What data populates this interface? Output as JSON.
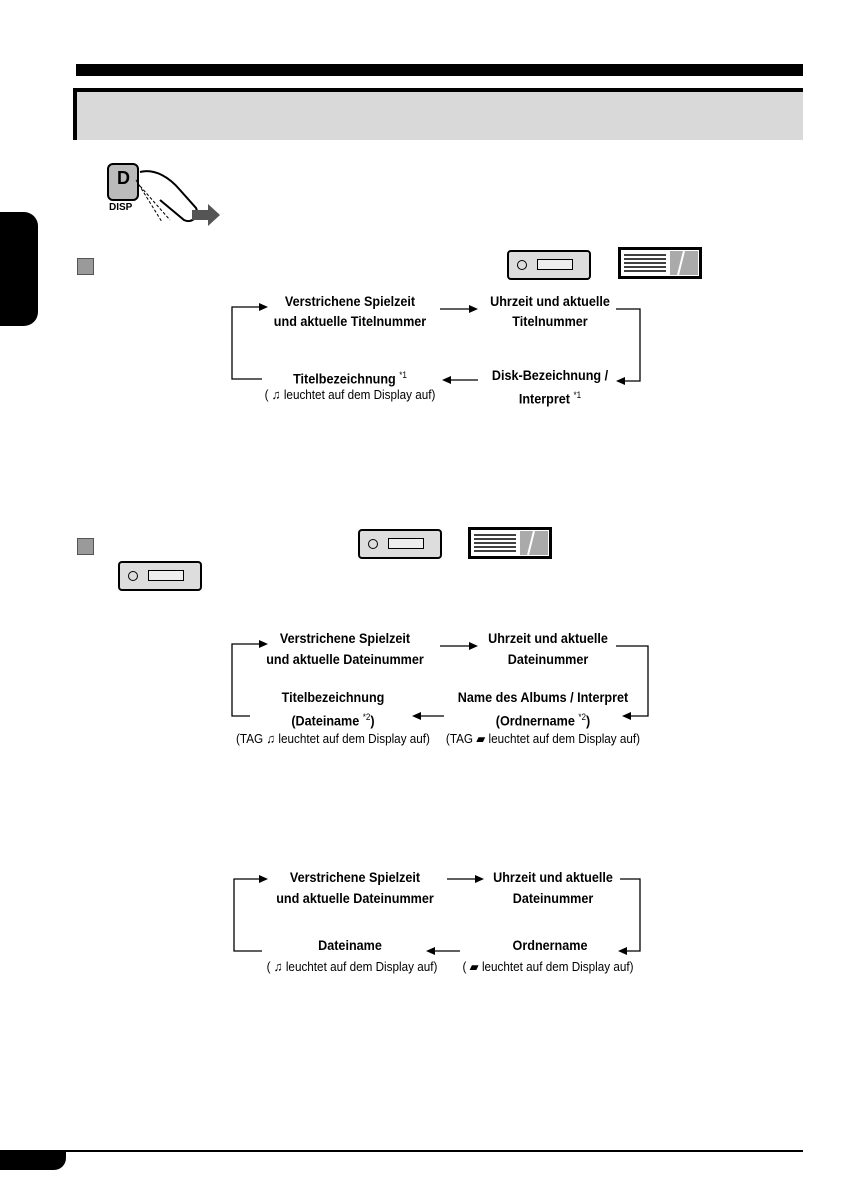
{
  "button": {
    "key_letter": "D",
    "key_label": "DISP"
  },
  "icons": {
    "note": "music-note-icon",
    "folder": "folder-icon",
    "hand": "finger-press-icon"
  },
  "colors": {
    "header_bg": "#d9d9d9",
    "square": "#9a9a9a"
  },
  "diagram1": {
    "top_left_1": "Verstrichene Spielzeit",
    "top_left_2": "und aktuelle Titelnummer",
    "top_right_1": "Uhrzeit und aktuelle",
    "top_right_2": "Titelnummer",
    "bottom_left_1": "Titelbezeichnung",
    "bottom_left_mark": "*1",
    "bottom_left_note_pre": "(",
    "bottom_left_note": "leuchtet auf dem Display auf)",
    "bottom_right_1": "Disk-Bezeichnung /",
    "bottom_right_2": "Interpret",
    "bottom_right_mark": "*1"
  },
  "diagram2": {
    "top_left_1": "Verstrichene Spielzeit",
    "top_left_2": "und aktuelle Dateinummer",
    "top_right_1": "Uhrzeit und aktuelle",
    "top_right_2": "Dateinummer",
    "bottom_left_1": "Titelbezeichnung",
    "bottom_left_2a": "(Dateiname",
    "bottom_left_mark": "*2",
    "bottom_left_2b": ")",
    "bottom_left_note_pre": "(TAG",
    "bottom_left_note": "leuchtet auf dem Display auf)",
    "bottom_right_1": "Name des Albums / Interpret",
    "bottom_right_2a": "(Ordnername",
    "bottom_right_mark": "*2",
    "bottom_right_2b": ")",
    "bottom_right_note_pre": "(TAG",
    "bottom_right_note": "leuchtet auf dem Display auf)"
  },
  "diagram3": {
    "top_left_1": "Verstrichene Spielzeit",
    "top_left_2": "und aktuelle Dateinummer",
    "top_right_1": "Uhrzeit und aktuelle",
    "top_right_2": "Dateinummer",
    "bottom_left_1": "Dateiname",
    "bottom_left_note_pre": "(",
    "bottom_left_note": "leuchtet auf dem Display auf)",
    "bottom_right_1": "Ordnername",
    "bottom_right_note_pre": "(",
    "bottom_right_note": "leuchtet auf dem Display auf)"
  }
}
